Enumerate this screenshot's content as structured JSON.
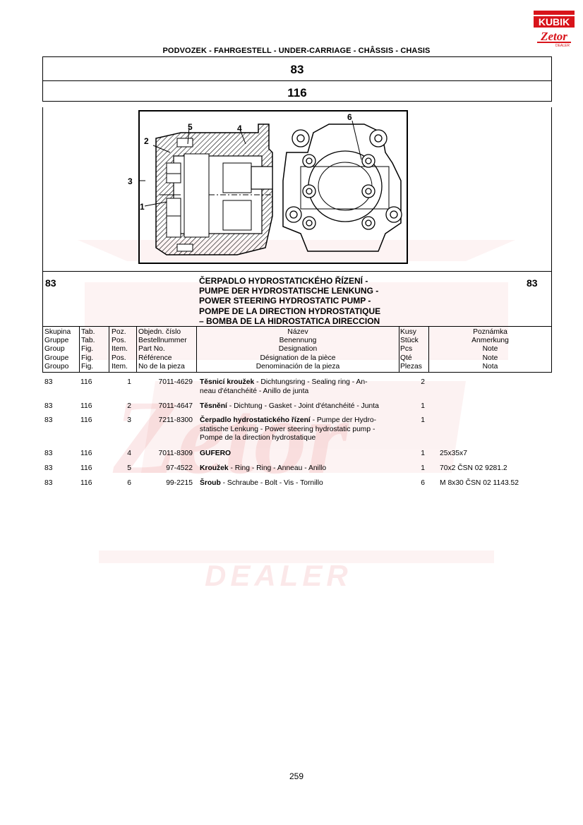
{
  "logo": {
    "top_text": "KUBIK",
    "brand": "Zetor",
    "sub": "DEALER"
  },
  "header": {
    "title": "PODVOZEK - FAHRGESTELL - UNDER-CARRIAGE - CHÂSSIS - CHASIS"
  },
  "group_number": "83",
  "table_number": "116",
  "figure": {
    "callouts": [
      "1",
      "2",
      "3",
      "4",
      "5",
      "6"
    ]
  },
  "title": {
    "left_number": "83",
    "right_number": "83",
    "lines": [
      "ČERPADLO HYDROSTATICKÉHO ŘÍZENÍ -",
      "PUMPE DER HYDROSTATISCHE LENKUNG -",
      "POWER STEERING HYDROSTATIC PUMP -",
      "POMPE DE LA DIRECTION HYDROSTATIQUE",
      "– BOMBA DE LA HIDROSTATICA DIRECCION"
    ]
  },
  "columns": {
    "group": [
      "Skupina",
      "Gruppe",
      "Group",
      "Groupe",
      "Groupo"
    ],
    "tab": [
      "Tab.",
      "Tab.",
      "Fig.",
      "Fig.",
      "Fig."
    ],
    "pos": [
      "Poz.",
      "Pos.",
      "Item.",
      "Pos.",
      "Item."
    ],
    "part": [
      "Objedn. číslo",
      "Bestellnummer",
      "Part No.",
      "Référence",
      "No de la pieza"
    ],
    "name": [
      "Název",
      "Benennung",
      "Designation",
      "Désignation de la pièce",
      "Denominación de la pieza"
    ],
    "qty": [
      "Kusy",
      "Stück",
      "Pcs",
      "Qté",
      "Plezas"
    ],
    "note": [
      "Poznámka",
      "Anmerkung",
      "Note",
      "Note",
      "Nota"
    ]
  },
  "items": [
    {
      "group": "83",
      "tab": "116",
      "pos": "1",
      "part": "7011-4629",
      "bold": "Těsnicí kroužek",
      "desc1": " -  Dichtungsring - Sealing ring - An-",
      "desc2": "neau d'étanchéité - Anillo de junta",
      "desc3": "",
      "qty": "2",
      "note": ""
    },
    {
      "group": "83",
      "tab": "116",
      "pos": "2",
      "part": "7011-4647",
      "bold": "Těsnění",
      "desc1": " - Dichtung - Gasket - Joint d'étanchéité - Junta",
      "desc2": "",
      "desc3": "",
      "qty": "1",
      "note": ""
    },
    {
      "group": "83",
      "tab": "116",
      "pos": "3",
      "part": "7211-8300",
      "bold": "Čerpadlo hydrostatického řízení",
      "desc1": " - Pumpe der Hydro-",
      "desc2": "statische Lenkung - Power steering hydrostatic pump -",
      "desc3": "Pompe de la direction hydrostatique",
      "qty": "1",
      "note": ""
    },
    {
      "group": "83",
      "tab": "116",
      "pos": "4",
      "part": "7011-8309",
      "bold": "GUFERO",
      "desc1": "",
      "desc2": "",
      "desc3": "",
      "qty": "1",
      "note": "25x35x7"
    },
    {
      "group": "83",
      "tab": "116",
      "pos": "5",
      "part": "97-4522",
      "bold": "Kroužek",
      "desc1": " - Ring - Ring - Anneau - Anillo",
      "desc2": "",
      "desc3": "",
      "qty": "1",
      "note": "70x2 ČSN 02 9281.2"
    },
    {
      "group": "83",
      "tab": "116",
      "pos": "6",
      "part": "99-2215",
      "bold": "Šroub",
      "desc1": " - Schraube - Bolt - Vis - Tornillo",
      "desc2": "",
      "desc3": "",
      "qty": "6",
      "note": "M 8x30 ČSN 02 1143.52"
    }
  ],
  "page_number": "259"
}
